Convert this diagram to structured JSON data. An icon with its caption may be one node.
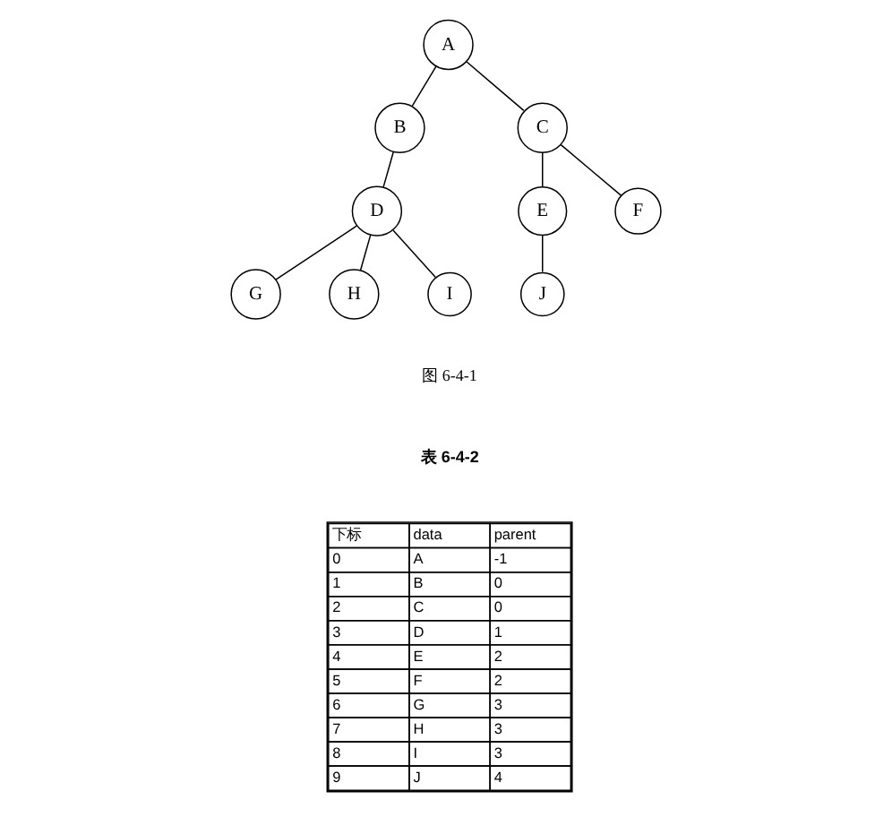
{
  "diagram": {
    "nodes": [
      {
        "text": [
          "A"
        ]
      },
      {
        "text": [
          "B"
        ]
      },
      {
        "text": [
          "C"
        ]
      },
      {
        "text": [
          "D"
        ]
      },
      {
        "text": [
          "E"
        ]
      },
      {
        "text": [
          "F"
        ]
      },
      {
        "text": [
          "G"
        ]
      },
      {
        "text": [
          "H"
        ]
      },
      {
        "text": [
          "I"
        ]
      },
      {
        "text": [
          "J"
        ]
      }
    ],
    "edges": [
      {
        "from": 0,
        "to": 1,
        "arrow": "none"
      },
      {
        "from": 0,
        "to": 2,
        "arrow": "none"
      },
      {
        "from": 1,
        "to": 3,
        "arrow": "none"
      },
      {
        "from": 2,
        "to": 4,
        "arrow": "none"
      },
      {
        "from": 2,
        "to": 5,
        "arrow": "none"
      },
      {
        "from": 3,
        "to": 6,
        "arrow": "none"
      },
      {
        "from": 3,
        "to": 7,
        "arrow": "none"
      },
      {
        "from": 3,
        "to": 8,
        "arrow": "none"
      },
      {
        "from": 4,
        "to": 9,
        "arrow": "none"
      }
    ],
    "labels": [
      "图 6-4-1",
      "表 6-4-2",
      "下标",
      "data",
      "parent",
      "0",
      "A",
      "-1",
      "1",
      "B",
      "0",
      "2",
      "C",
      "0",
      "3",
      "D",
      "1",
      "4",
      "E",
      "2",
      "5",
      "F",
      "2",
      "6",
      "G",
      "3",
      "7",
      "H",
      "3",
      "8",
      "I",
      "3",
      "9",
      "J",
      "4"
    ]
  }
}
